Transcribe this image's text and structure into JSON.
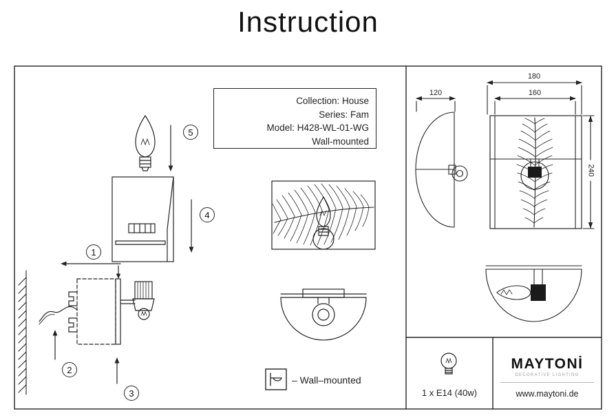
{
  "title": "Instruction",
  "info_box": {
    "collection": "Collection: House",
    "series": "Series: Fam",
    "model": "Model: H428-WL-01-WG",
    "mount": "Wall-mounted"
  },
  "steps": [
    "1",
    "2",
    "3",
    "4",
    "5"
  ],
  "dimensions": {
    "depth": "120",
    "width_outer": "180",
    "width_inner": "160",
    "height": "240"
  },
  "legend": {
    "wall_mounted": "– Wall–mounted"
  },
  "spec": {
    "bulb": "1 x E14 (40w)"
  },
  "brand": {
    "name": "MAYTONİ",
    "tagline": "DECORATIVE LIGHTING",
    "website": "www.maytoni.de"
  },
  "colors": {
    "line": "#222222",
    "accent_fill": "#1a1a1a",
    "muted": "#9a9a9a"
  }
}
